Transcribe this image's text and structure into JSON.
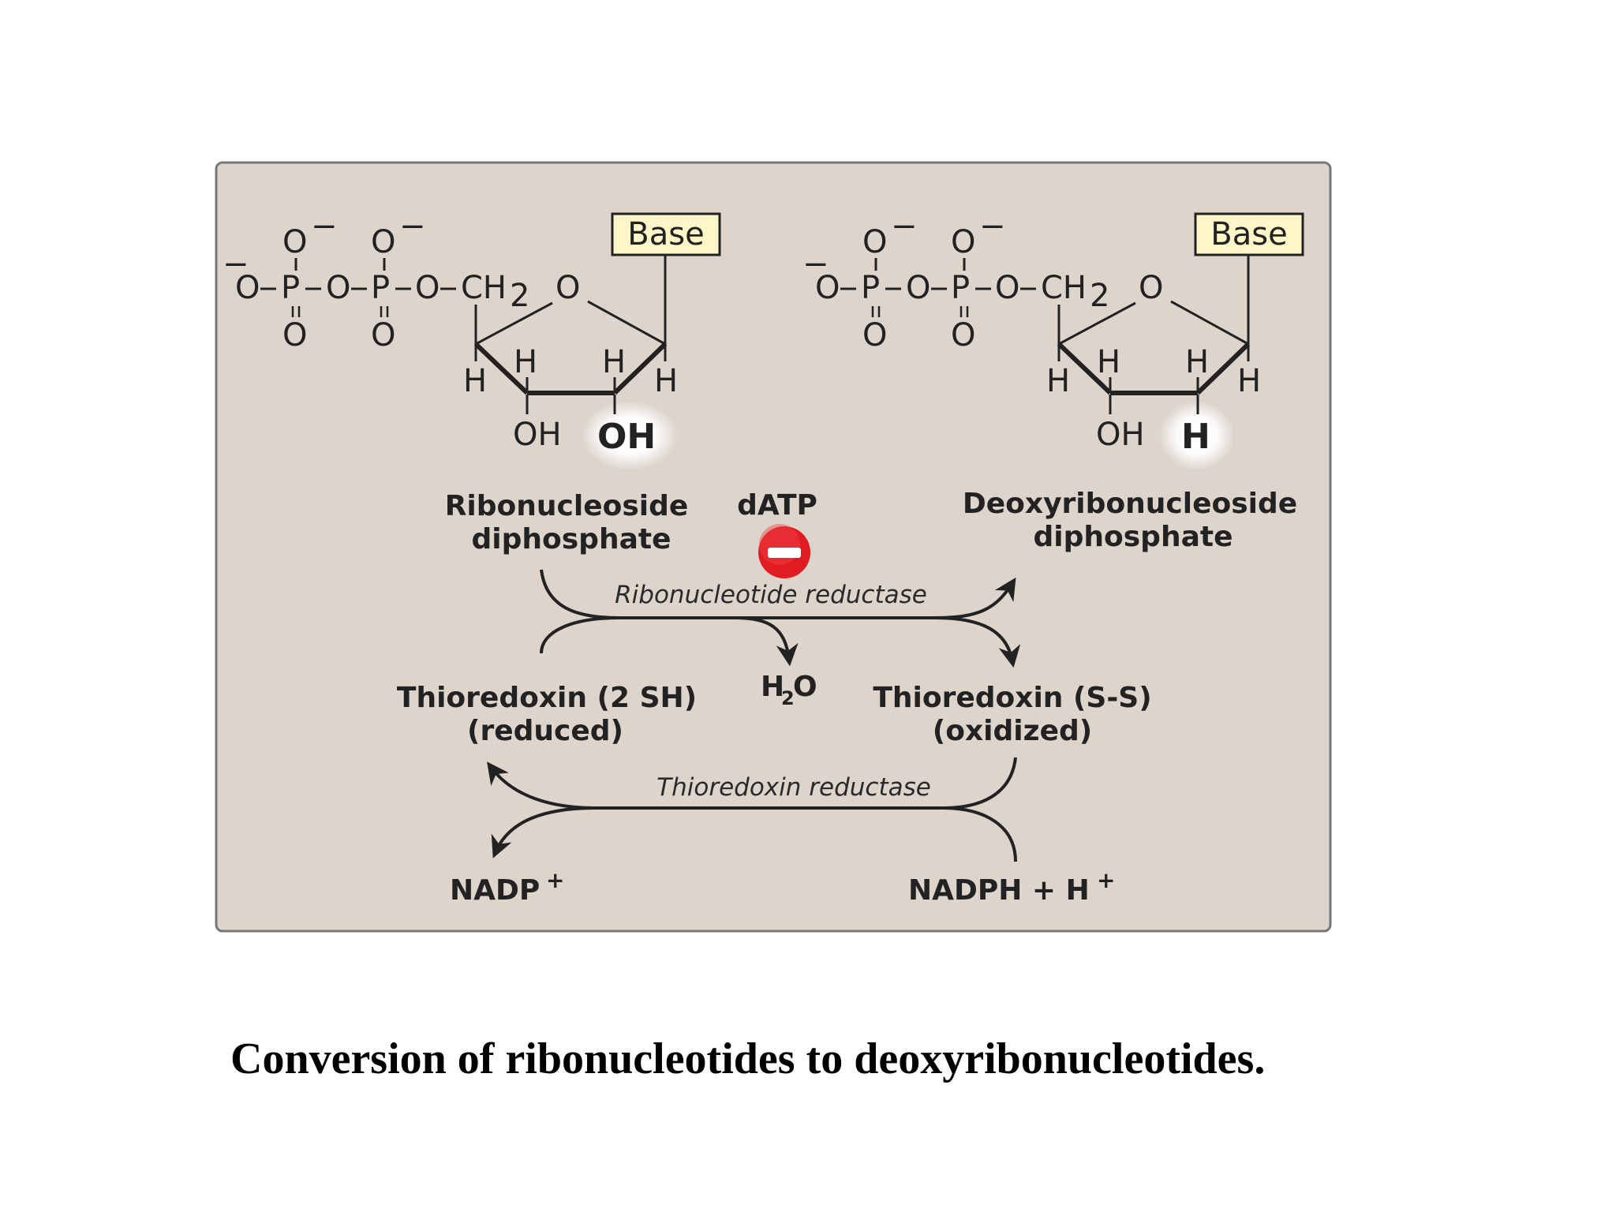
{
  "ribo": {
    "phosphate": {
      "o_minus_1": "O",
      "o_minus_2": "O",
      "neg_o": "O",
      "p1": "P",
      "o_bridge": "O",
      "p2": "P",
      "o_link": "O",
      "ch2": "CH",
      "ch2_sub": "2",
      "o_double_1": "O",
      "o_double_2": "O"
    },
    "ring": {
      "ring_o": "O",
      "h1": "H",
      "h2": "H",
      "h3": "H",
      "h4": "H"
    },
    "base": "Base",
    "oh_3": "OH",
    "oh_2": "OH",
    "name_line1": "Ribonucleoside",
    "name_line2": "diphosphate"
  },
  "deoxy": {
    "phosphate": {
      "o_minus_1": "O",
      "o_minus_2": "O",
      "neg_o": "O",
      "p1": "P",
      "o_bridge": "O",
      "p2": "P",
      "o_link": "O",
      "ch2": "CH",
      "ch2_sub": "2",
      "o_double_1": "O",
      "o_double_2": "O"
    },
    "ring": {
      "ring_o": "O",
      "h1": "H",
      "h2": "H",
      "h3": "H",
      "h4": "H"
    },
    "base": "Base",
    "oh_3": "OH",
    "h_2": "H",
    "name_line1": "Deoxyribonucleoside",
    "name_line2": "diphosphate"
  },
  "minus_sign": "−",
  "inhibitor": "dATP",
  "enzyme1": "Ribonucleotide reductase",
  "enzyme2": "Thioredoxin reductase",
  "water": {
    "h": "H",
    "sub": "2",
    "o": "O"
  },
  "thio_reduced": {
    "line1": "Thioredoxin (2 SH)",
    "line2": "(reduced)"
  },
  "thio_oxidized": {
    "line1": "Thioredoxin (S-S)",
    "line2": "(oxidized)"
  },
  "nadp": {
    "text": "NADP",
    "sup": "+"
  },
  "nadph": {
    "text": "NADPH + H",
    "sup": "+"
  },
  "caption": "Conversion of ribonucleotides to deoxyribonucleotides.",
  "colors": {
    "panel": "#ddd4cc",
    "panel_border": "#777777",
    "base_box": "#fdf6c8",
    "inhibitor": "#e01b22",
    "ink": "#222222"
  }
}
